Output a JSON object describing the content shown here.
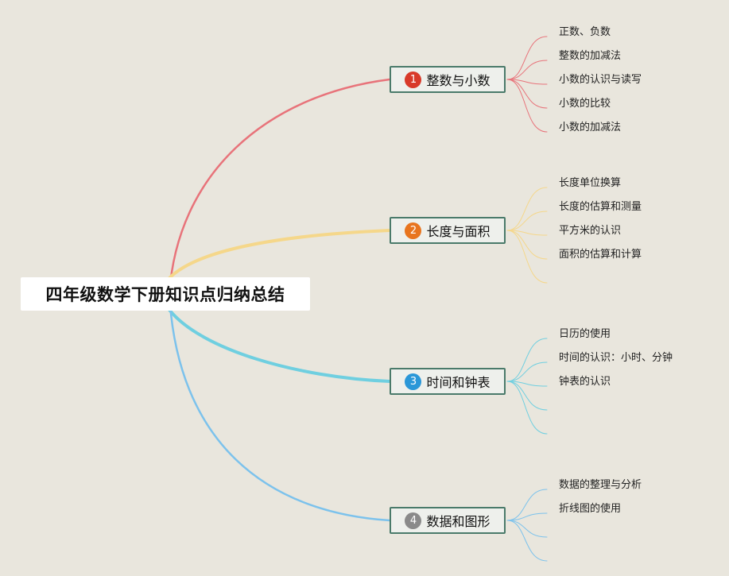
{
  "root": {
    "title": "四年级数学下册知识点归纳总结"
  },
  "branches": [
    {
      "badge": "1",
      "label": "整数与小数",
      "color": "#e8737a",
      "badge_color": "#d83a2a",
      "leaves": [
        "正数、负数",
        "整数的加减法",
        "小数的认识与读写",
        "小数的比较",
        "小数的加减法"
      ],
      "empty_leaves": 0
    },
    {
      "badge": "2",
      "label": "长度与面积",
      "color": "#f5d78a",
      "badge_color": "#e8751f",
      "leaves": [
        "长度单位换算",
        "长度的估算和测量",
        "平方米的认识",
        "面积的估算和计算"
      ],
      "empty_leaves": 1
    },
    {
      "badge": "3",
      "label": "时间和钟表",
      "color": "#6fcfe0",
      "badge_color": "#2a97d8",
      "leaves": [
        "日历的使用",
        "时间的认识：小时、分钟",
        "钟表的认识"
      ],
      "empty_leaves": 2
    },
    {
      "badge": "4",
      "label": "数据和图形",
      "color": "#7cc2ec",
      "badge_color": "#8a8a8a",
      "leaves": [
        "数据的整理与分析",
        "折线图的使用"
      ],
      "empty_leaves": 2
    }
  ]
}
